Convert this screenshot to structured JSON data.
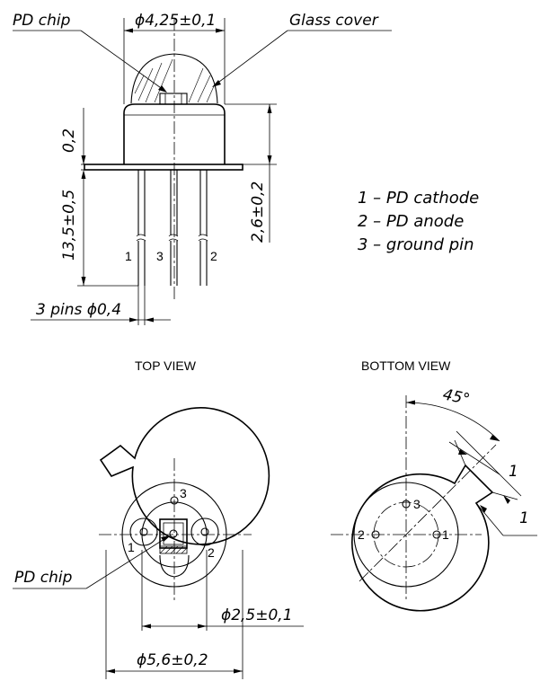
{
  "side_view": {
    "callout_pd_chip": "PD chip",
    "callout_glass": "Glass cover",
    "dim_diameter": "ϕ4,25±0,1",
    "dim_thickness": "0,2",
    "dim_lead_length": "13,5±0,5",
    "dim_height": "2,6±0,2",
    "dim_pins": "3 pins ϕ0,4",
    "pin_labels": [
      "1",
      "3",
      "2"
    ]
  },
  "legend": [
    "1 – PD cathode",
    "2 – PD anode",
    "3 – ground pin"
  ],
  "top_view": {
    "title": "TOP VIEW",
    "callout_pd_chip": "PD chip",
    "dim_inner": "ϕ2,5±0,1",
    "dim_outer": "ϕ5,6±0,2",
    "pin_labels": [
      "3",
      "1",
      "2"
    ]
  },
  "bottom_view": {
    "title": "BOTTOM VIEW",
    "dim_angle": "45°",
    "dim_tab_1": "1",
    "dim_tab_2": "1",
    "pin_labels": [
      "2",
      "3",
      "1"
    ]
  }
}
